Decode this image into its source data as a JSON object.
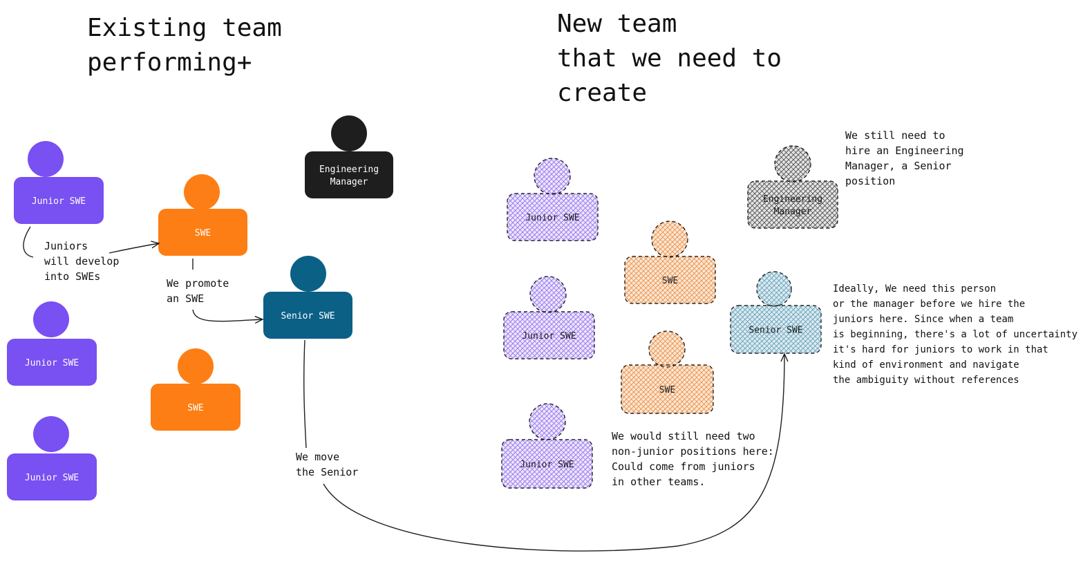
{
  "titles": {
    "existing": "Existing team\nperforming+",
    "new": "New team\nthat we need to\ncreate"
  },
  "people": [
    {
      "label": "Junior SWE",
      "role": "junior",
      "style": "solid"
    },
    {
      "label": "Junior SWE",
      "role": "junior",
      "style": "solid"
    },
    {
      "label": "Junior SWE",
      "role": "junior",
      "style": "solid"
    },
    {
      "label": "SWE",
      "role": "swe",
      "style": "solid"
    },
    {
      "label": "SWE",
      "role": "swe",
      "style": "solid"
    },
    {
      "label": "Engineering\nManager",
      "role": "manager",
      "style": "solid"
    },
    {
      "label": "Senior SWE",
      "role": "senior",
      "style": "solid"
    },
    {
      "label": "Junior SWE",
      "role": "junior",
      "style": "hatched"
    },
    {
      "label": "Junior SWE",
      "role": "junior",
      "style": "hatched"
    },
    {
      "label": "Junior SWE",
      "role": "junior",
      "style": "hatched"
    },
    {
      "label": "SWE",
      "role": "swe",
      "style": "hatched"
    },
    {
      "label": "SWE",
      "role": "swe",
      "style": "hatched"
    },
    {
      "label": "Engineering\nManager",
      "role": "manager",
      "style": "hatched"
    },
    {
      "label": "Senior SWE",
      "role": "senior",
      "style": "hatched"
    }
  ],
  "notes": {
    "juniors_develop": "Juniors\nwill develop\ninto SWEs",
    "promote": "We promote\nan SWE",
    "move_senior": "We move\nthe Senior",
    "hire_manager": "We still need to\nhire an Engineering\nManager, a Senior\nposition",
    "non_junior": "We would still need two\nnon-junior positions here:\nCould come from juniors\nin other teams.",
    "ideally": "Ideally, We need this person\nor the manager before we hire the\njuniors here. Since when a team\nis beginning, there's a lot of uncertainty\nit's hard for juniors to work in that\nkind of environment and navigate\nthe ambiguity without references"
  },
  "colors": {
    "junior": "#7950f2",
    "swe": "#fd7e14",
    "senior": "#0b6086",
    "manager": "#1e1e1e",
    "junior_hatch": "#8e6be8",
    "swe_hatch": "#e88a3c",
    "senior_hatch": "#5b9ab4",
    "manager_hatch": "#444444",
    "junior_fill_light": "#ece5fd",
    "swe_fill_light": "#fbe6d4",
    "senior_fill_light": "#dbeaf1",
    "manager_fill_light": "#e4e4e4"
  }
}
